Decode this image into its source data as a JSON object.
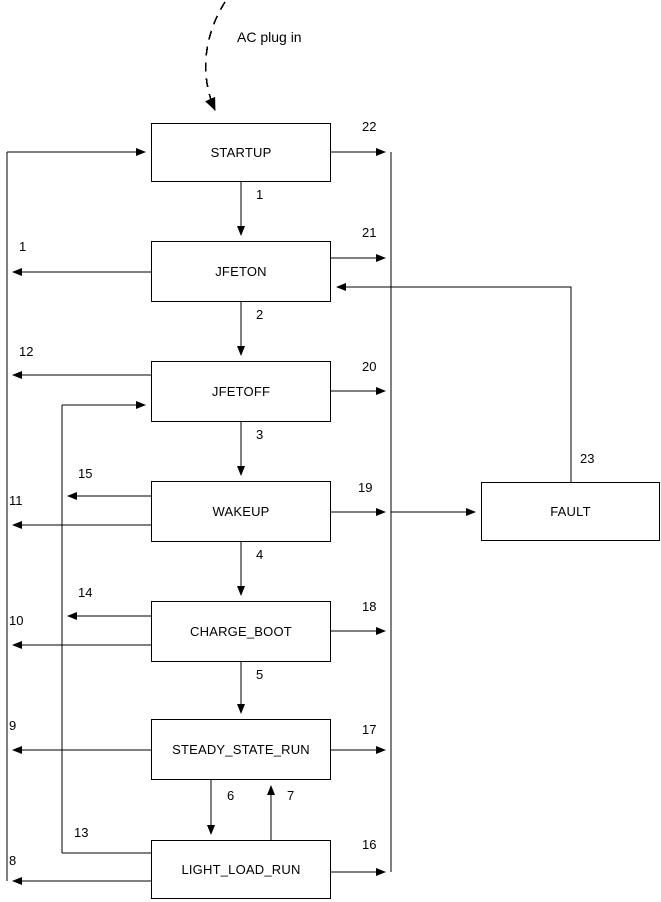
{
  "diagram": {
    "title": "AC plug in",
    "note": {
      "text": "AC plug in",
      "icon": "dashed-curved-arrow-icon"
    },
    "states": [
      {
        "id": "startup",
        "label": "STARTUP"
      },
      {
        "id": "jfeton",
        "label": "JFETON"
      },
      {
        "id": "jfetoff",
        "label": "JFETOFF"
      },
      {
        "id": "wakeup",
        "label": "WAKEUP"
      },
      {
        "id": "charge_boot",
        "label": "CHARGE_BOOT"
      },
      {
        "id": "steady_state_run",
        "label": "STEADY_STATE_RUN"
      },
      {
        "id": "light_load_run",
        "label": "LIGHT_LOAD_RUN"
      },
      {
        "id": "fault",
        "label": "FAULT"
      }
    ],
    "transitions": [
      {
        "id": "t1",
        "label": "1",
        "from": "startup",
        "to": "jfeton"
      },
      {
        "id": "t2",
        "label": "2",
        "from": "jfeton",
        "to": "jfetoff"
      },
      {
        "id": "t3",
        "label": "3",
        "from": "jfetoff",
        "to": "wakeup"
      },
      {
        "id": "t4",
        "label": "4",
        "from": "wakeup",
        "to": "charge_boot"
      },
      {
        "id": "t5",
        "label": "5",
        "from": "charge_boot",
        "to": "steady_state_run"
      },
      {
        "id": "t6",
        "label": "6",
        "from": "steady_state_run",
        "to": "light_load_run"
      },
      {
        "id": "t7",
        "label": "7",
        "from": "light_load_run",
        "to": "steady_state_run"
      },
      {
        "id": "t8",
        "label": "8",
        "from": "light_load_run",
        "to": "startup"
      },
      {
        "id": "t9",
        "label": "9",
        "from": "steady_state_run",
        "to": "startup"
      },
      {
        "id": "t10",
        "label": "10",
        "from": "charge_boot",
        "to": "startup"
      },
      {
        "id": "t11",
        "label": "11",
        "from": "wakeup",
        "to": "startup"
      },
      {
        "id": "t12",
        "label": "12",
        "from": "jfetoff",
        "to": "startup"
      },
      {
        "id": "t13",
        "label": "13",
        "from": "light_load_run",
        "to": "jfetoff"
      },
      {
        "id": "t14",
        "label": "14",
        "from": "charge_boot",
        "to": "jfetoff"
      },
      {
        "id": "t15",
        "label": "15",
        "from": "wakeup",
        "to": "jfetoff"
      },
      {
        "id": "t16",
        "label": "16",
        "from": "light_load_run",
        "to": "fault"
      },
      {
        "id": "t17",
        "label": "17",
        "from": "steady_state_run",
        "to": "fault"
      },
      {
        "id": "t18",
        "label": "18",
        "from": "charge_boot",
        "to": "fault"
      },
      {
        "id": "t19",
        "label": "19",
        "from": "wakeup",
        "to": "fault"
      },
      {
        "id": "t20",
        "label": "20",
        "from": "jfetoff",
        "to": "fault"
      },
      {
        "id": "t21",
        "label": "21",
        "from": "jfeton",
        "to": "fault"
      },
      {
        "id": "t22",
        "label": "22",
        "from": "startup",
        "to": "fault"
      },
      {
        "id": "t23",
        "label": "23",
        "from": "fault",
        "to": "jfeton"
      }
    ],
    "colors": {
      "stroke": "#000000",
      "background": "#ffffff",
      "text": "#000000"
    }
  }
}
